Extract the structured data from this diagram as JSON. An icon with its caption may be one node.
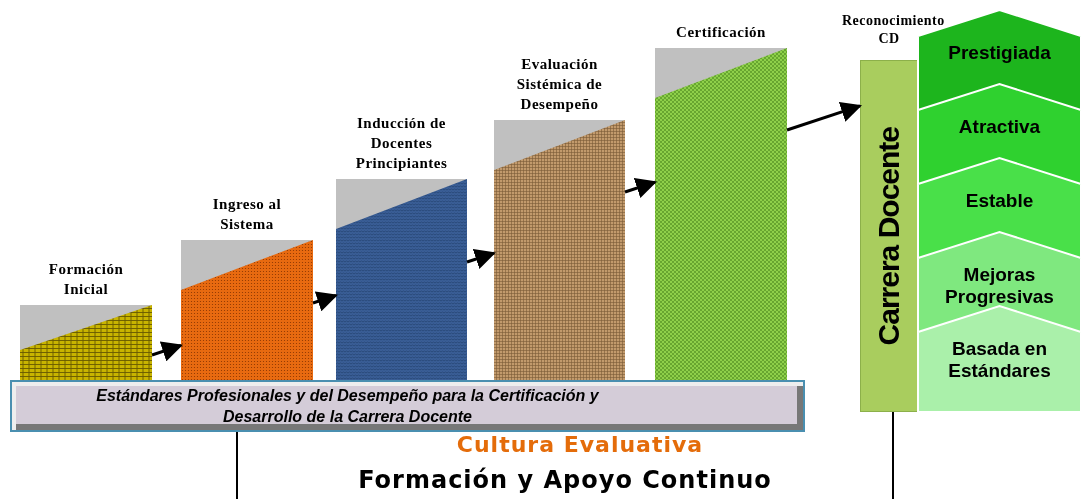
{
  "diagram": {
    "nodes": [
      {
        "text": [
          "Formación Inicial"
        ]
      },
      {
        "text": [
          "Ingreso al Sistema"
        ]
      },
      {
        "text": [
          "Inducción de Docentes Principiantes"
        ]
      },
      {
        "text": [
          "Evaluación Sistémica de Desempeño"
        ]
      },
      {
        "text": [
          "Certificación"
        ]
      },
      {
        "text": [
          "Reconocimiento CD",
          "Carrera Docente"
        ]
      },
      {
        "text": [
          "Prestigiada"
        ]
      },
      {
        "text": [
          "Atractiva"
        ]
      },
      {
        "text": [
          "Estable"
        ]
      },
      {
        "text": [
          "Mejoras Progresivas"
        ]
      },
      {
        "text": [
          "Basada en Estándares"
        ]
      },
      {
        "text": [
          "Estándares Profesionales y del Desempeño para la Certificación y Desarrollo de la Carrera Docente"
        ]
      }
    ],
    "edges": [
      {
        "from": 0,
        "to": 1,
        "arrow": "to"
      },
      {
        "from": 1,
        "to": 2,
        "arrow": "to"
      },
      {
        "from": 2,
        "to": 3,
        "arrow": "to"
      },
      {
        "from": 3,
        "to": 4,
        "arrow": "to"
      },
      {
        "from": 4,
        "to": 5,
        "arrow": "to"
      }
    ],
    "labels": [
      "Cultura Evaluativa",
      "Formación y Apoyo Continuo"
    ]
  }
}
